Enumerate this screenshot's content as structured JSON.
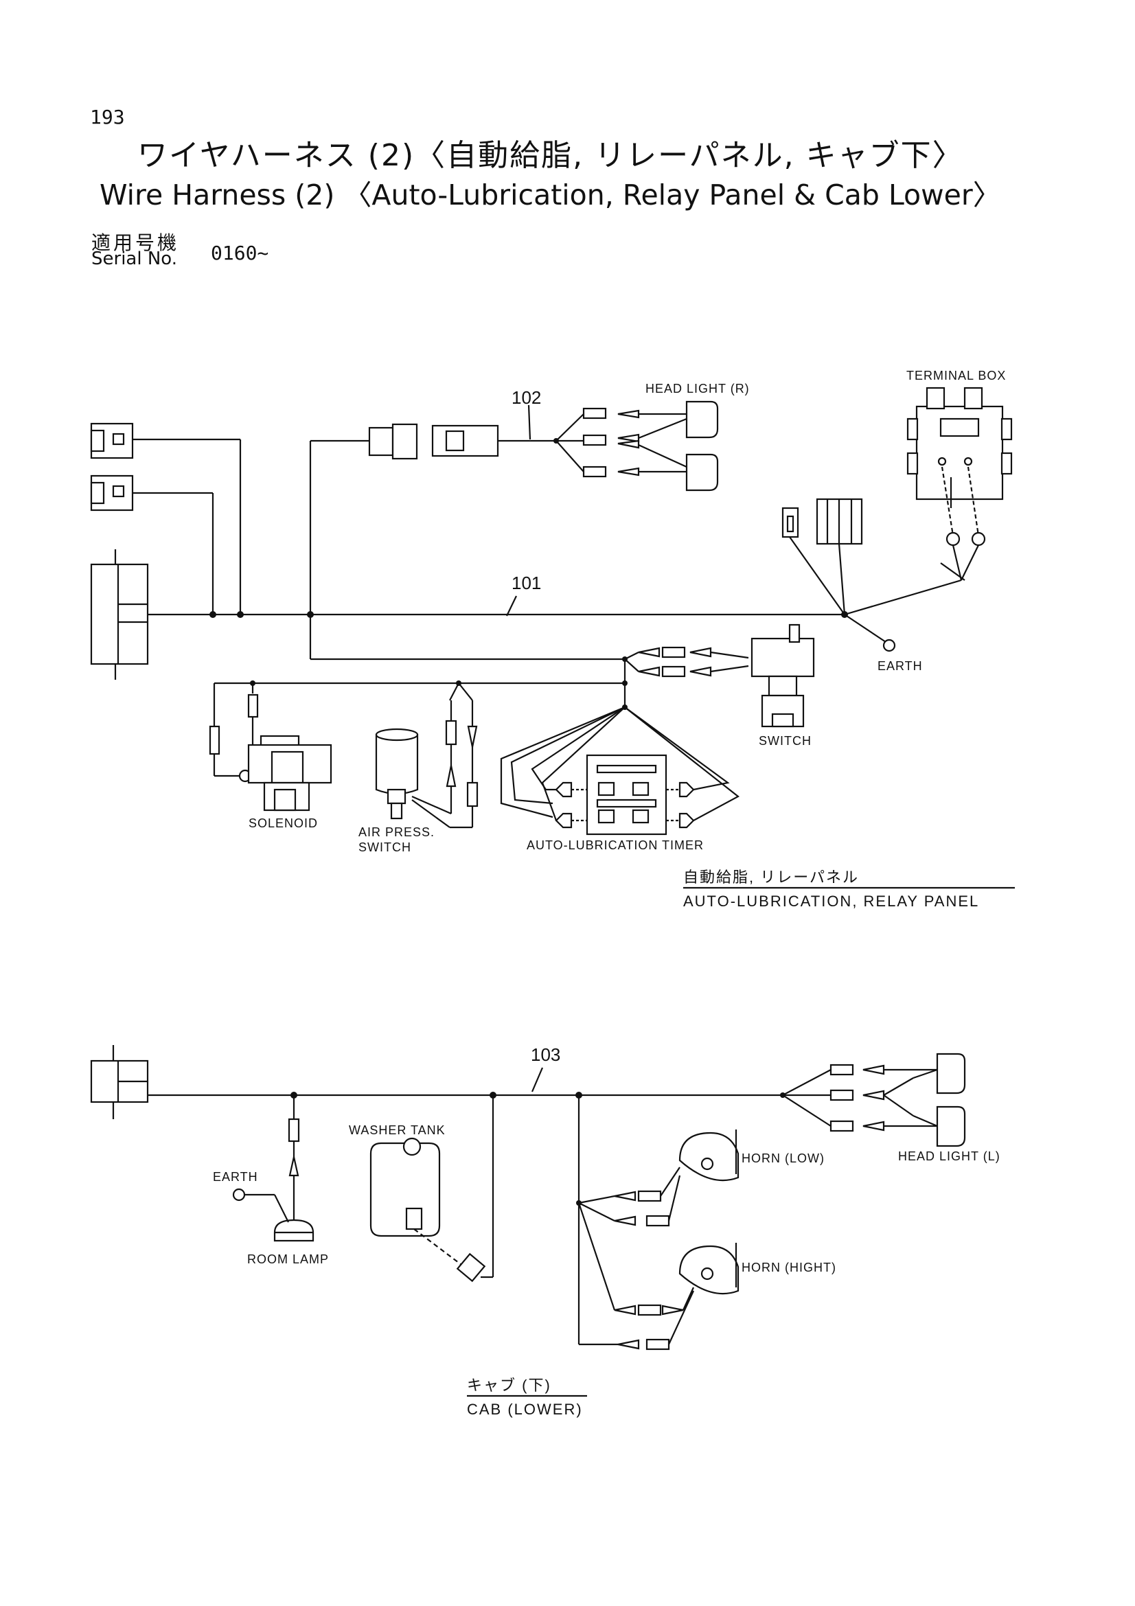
{
  "header": {
    "page_number": "193",
    "title_ja": "ワイヤハーネス (2)〈自動給脂, リレーパネル, キャブ下〉",
    "title_en": "Wire Harness (2) 〈Auto-Lubrication, Relay Panel & Cab Lower〉",
    "serial_label_ja": "適用号機",
    "serial_label_en": "Serial No.",
    "serial_value": "0160~"
  },
  "relay_panel": {
    "harness_101": "101",
    "harness_102": "102",
    "head_light_r": "HEAD LIGHT (R)",
    "terminal_box": "TERMINAL BOX",
    "earth": "EARTH",
    "switch": "SWITCH",
    "solenoid": "SOLENOID",
    "air_press_switch_line1": "AIR PRESS.",
    "air_press_switch_line2": "SWITCH",
    "auto_lubrication_timer": "AUTO-LUBRICATION TIMER",
    "caption_ja": "自動給脂, リレーパネル",
    "caption_en": "AUTO-LUBRICATION, RELAY PANEL"
  },
  "cab_lower": {
    "harness_103": "103",
    "washer_tank": "WASHER TANK",
    "earth": "EARTH",
    "room_lamp": "ROOM LAMP",
    "horn_low": "HORN (LOW)",
    "horn_high": "HORN (HIGHT)",
    "head_light_l": "HEAD LIGHT (L)",
    "caption_ja": "キャブ (下)",
    "caption_en": "CAB (LOWER)"
  }
}
